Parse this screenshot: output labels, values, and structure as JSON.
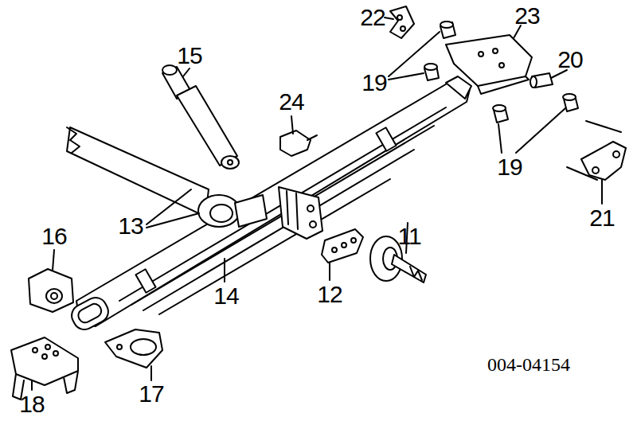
{
  "diagram": {
    "labels": [
      "22",
      "23",
      "15",
      "20",
      "19",
      "24",
      "19",
      "13",
      "21",
      "16",
      "11",
      "14",
      "12",
      "004-04154",
      "17",
      "18"
    ]
  }
}
